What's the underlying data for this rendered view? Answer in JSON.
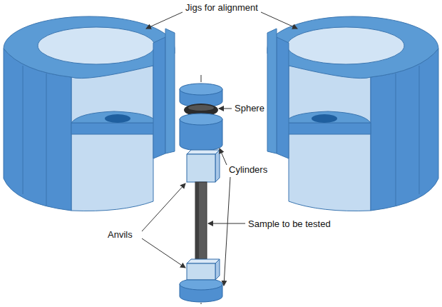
{
  "diagram": {
    "labels": [
      "Jigs for alignment",
      "Sphere",
      "Cylinders",
      "Sample to be tested",
      "Anvils"
    ]
  }
}
